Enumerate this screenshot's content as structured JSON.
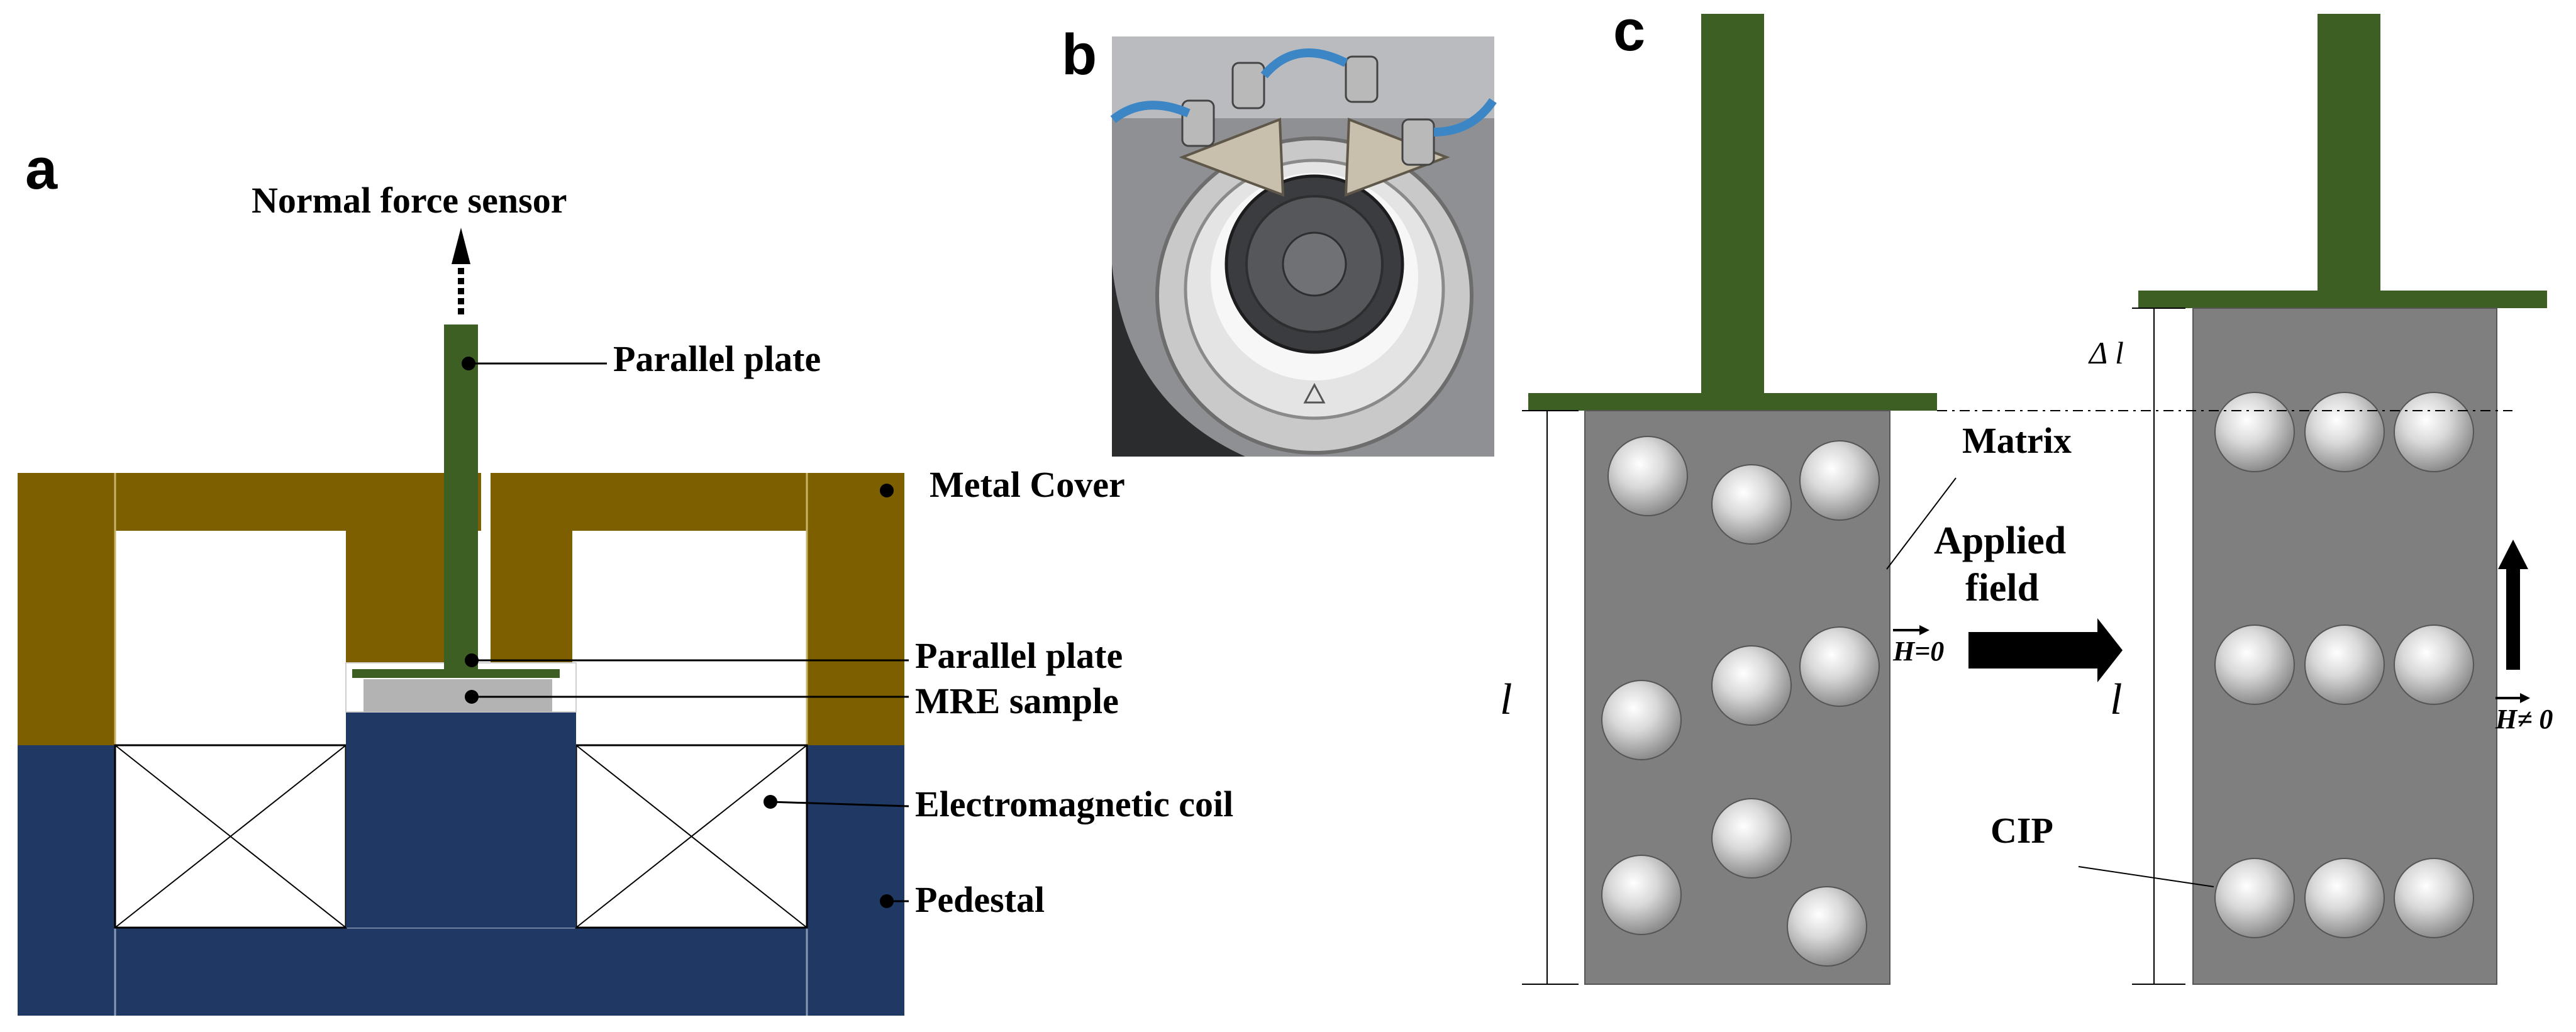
{
  "panels": {
    "a": "a",
    "b": "b",
    "c": "c"
  },
  "panel_a": {
    "normal_force_sensor": "Normal force sensor",
    "parallel_plate_top": "Parallel plate",
    "metal_cover": "Metal Cover",
    "parallel_plate_bottom": "Parallel plate",
    "mre_sample": "MRE sample",
    "electromagnetic_coil": "Electromagnetic coil",
    "pedestal": "Pedestal"
  },
  "panel_c": {
    "matrix": "Matrix",
    "applied_field_line1": "Applied",
    "applied_field_line2": "field",
    "h_zero": "H=0",
    "h_nonzero": "H≠ 0",
    "length_left": "l",
    "length_right": "l",
    "delta_l": "Δ l",
    "cip": "CIP"
  },
  "colors": {
    "plate_green": "#3e5f23",
    "cover_brown": "#7e5f00",
    "pedestal_navy": "#1f3864",
    "sample_grey": "#b3b3b3",
    "matrix_grey": "#7f7f7f"
  }
}
